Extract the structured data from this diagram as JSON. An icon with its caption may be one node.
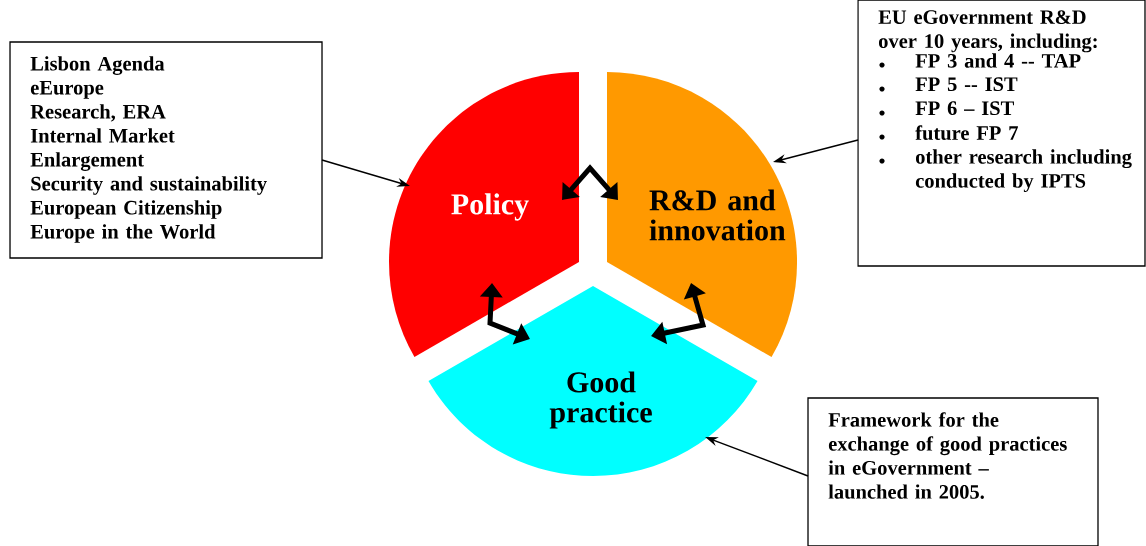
{
  "diagram": {
    "nodes": [
      {
        "text": [
          "Lisbon Agenda",
          "eEurope",
          "Research, ERA",
          "Internal Market",
          "Enlargement",
          "Security and sustainability",
          "European Citizenship",
          "Europe in the World"
        ]
      },
      {
        "text": [
          "EU eGovernment R&D over 10 years, including:",
          "FP 3 and 4 -- TAP",
          "FP 5 -- IST",
          "FP 6 – IST",
          "future FP 7",
          "other research including conducted by IPTS"
        ]
      },
      {
        "text": [
          "Policy"
        ]
      },
      {
        "text": [
          "R&D and innovation"
        ]
      },
      {
        "text": [
          "Good practice"
        ]
      },
      {
        "text": [
          "Framework for the exchange of good practices in eGovernment – launched in 2005."
        ]
      }
    ],
    "edges": [
      {
        "from": 0,
        "to": 2,
        "arrow": "to"
      },
      {
        "from": 1,
        "to": 3,
        "arrow": "to"
      },
      {
        "from": 5,
        "to": 4,
        "arrow": "to"
      },
      {
        "from": 2,
        "to": 3,
        "arrow": "both",
        "style": "thick"
      },
      {
        "from": 2,
        "to": 4,
        "arrow": "both",
        "style": "thick"
      },
      {
        "from": 3,
        "to": 4,
        "arrow": "both",
        "style": "thick"
      }
    ]
  }
}
